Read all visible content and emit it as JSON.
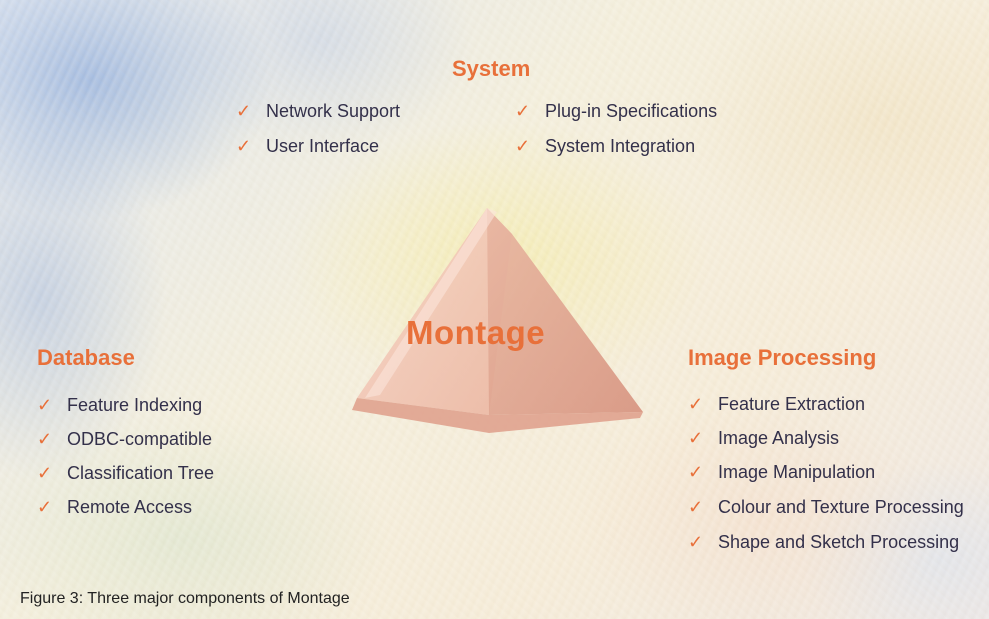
{
  "diagram": {
    "center": "Montage",
    "check_glyph": "✓",
    "system": {
      "title": "System",
      "items": [
        "Network Support",
        "User Interface",
        "Plug-in Specifications",
        "System Integration"
      ]
    },
    "database": {
      "title": "Database",
      "items": [
        "Feature Indexing",
        "ODBC-compatible",
        "Classification Tree",
        "Remote Access"
      ]
    },
    "image_processing": {
      "title": "Image Processing",
      "items": [
        "Feature Extraction",
        "Image Analysis",
        "Image Manipulation",
        "Colour and Texture Processing",
        "Shape and Sketch Processing"
      ]
    },
    "caption": "Figure 3: Three major components of Montage"
  },
  "colors": {
    "accent": "#e8703a",
    "text": "#33304a",
    "pyramid_face_left": "#f0c2b0",
    "pyramid_face_right": "#dea390",
    "pyramid_base": "#e2a996"
  }
}
